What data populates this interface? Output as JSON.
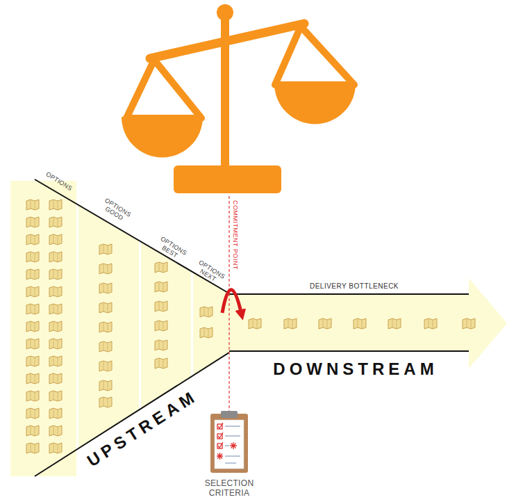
{
  "diagram": {
    "nodes": [
      {
        "text": [
          "UPSTREAM"
        ]
      },
      {
        "text": [
          "OPTIONS"
        ],
        "in": 0
      },
      {
        "text": [
          "OPTIONS GOOD"
        ],
        "in": 0
      },
      {
        "text": [
          "OPTIONS BEST"
        ],
        "in": 0
      },
      {
        "text": [
          "OPTIONS NEXT"
        ],
        "in": 0
      },
      {
        "text": [
          "DELIVERY BOTTLENECK",
          "DOWNSTREAM"
        ]
      }
    ],
    "edges": [
      {
        "from": 4,
        "to": 5,
        "arrow": "to"
      }
    ],
    "labels": [
      "COMMITMENT POINT",
      "SELECTION CRITERIA"
    ]
  }
}
